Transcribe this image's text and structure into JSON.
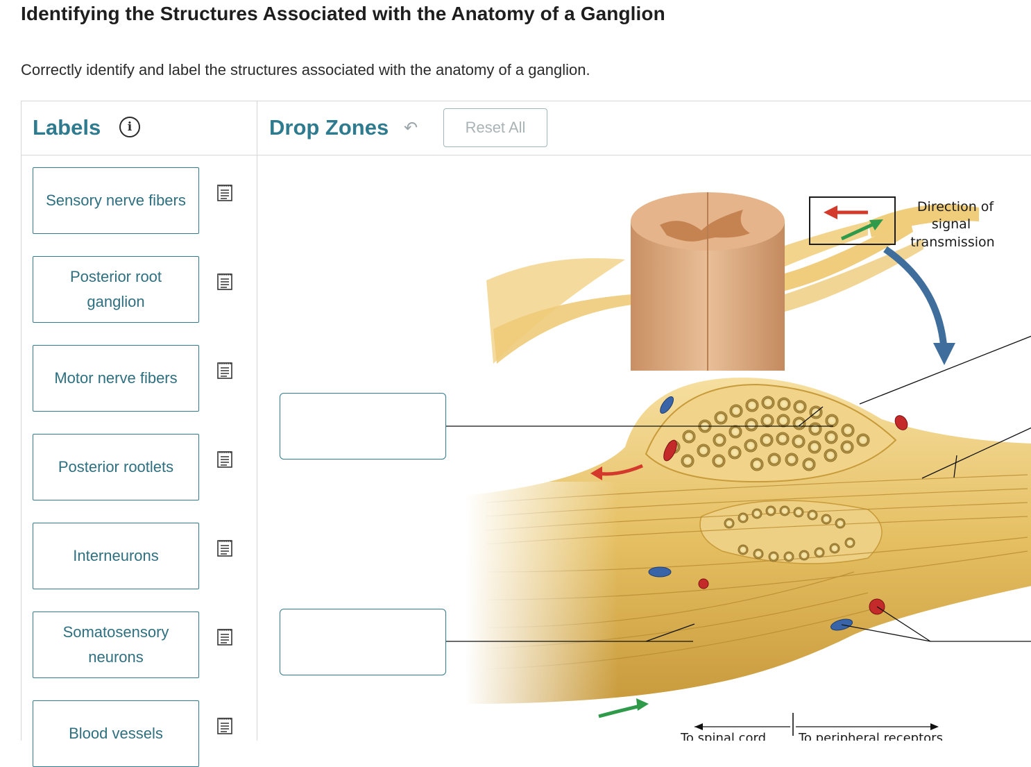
{
  "title": "Identifying the Structures Associated with the Anatomy of a Ganglion",
  "instructions": "Correctly identify and label the structures associated with the anatomy of a ganglion.",
  "labels_panel": {
    "heading": "Labels",
    "info_icon": "info-circle-icon",
    "items": [
      {
        "label": "Sensory nerve fibers"
      },
      {
        "label": "Posterior root ganglion"
      },
      {
        "label": "Motor nerve fibers"
      },
      {
        "label": "Posterior rootlets"
      },
      {
        "label": "Interneurons"
      },
      {
        "label": "Somatosensory neurons"
      },
      {
        "label": "Blood vessels"
      }
    ],
    "item_icon": "notes-icon"
  },
  "drop_panel": {
    "heading": "Drop Zones",
    "undo_icon": "undo-icon",
    "reset_label": "Reset All"
  },
  "diagram": {
    "legend_text": [
      "Direction of",
      "signal",
      "transmission"
    ],
    "bottom_left": "To spinal cord",
    "bottom_right": "To peripheral receptors",
    "colors": {
      "accent": "#2e7a8e",
      "nerve": "#e8c56a",
      "cord": "#d9a57c",
      "arrow_red": "#d33a2c",
      "arrow_green": "#2f9a49",
      "arrow_blue": "#3f6e9c"
    }
  }
}
